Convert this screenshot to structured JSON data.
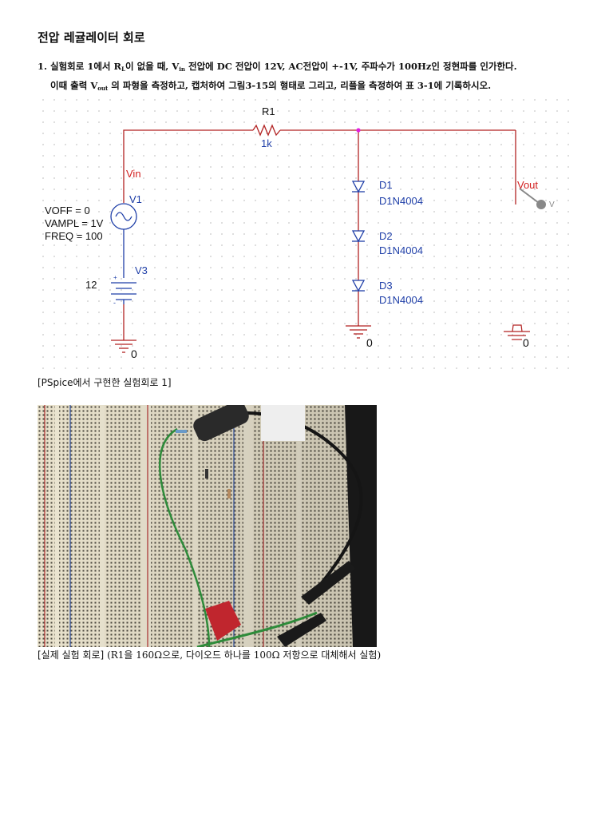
{
  "heading": "전압 레귤레이터 회로",
  "paragraph": {
    "line1_pre_rl": "1. 실험회로 1에서 R",
    "rl_sub": "L",
    "line1_mid": "이 없을 때, V",
    "vin_sub": "in",
    "line1_post": " 전압에 DC 전압이 12V, AC전압이 +-1V, 주파수가 100Hz인 정현파를 인가한다.",
    "line2_pre": "이때 출력 V",
    "vout_sub": "out",
    "line2_post": " 의 파형을 측정하고, 캡처하여 그림3-15의 형태로 그리고, 리플을 측정하여 표 3-1에 기록하시오."
  },
  "schematic": {
    "r1_name": "R1",
    "r1_value": "1k",
    "vin_label": "Vin",
    "v1_name": "V1",
    "voff": "VOFF = 0",
    "vampl": "VAMPL = 1V",
    "freq": "FREQ = 100",
    "v3_name": "V3",
    "v3_value": "12",
    "plus_sign": "+",
    "minus_sign": "-",
    "d1_name": "D1",
    "d1_part": "D1N4004",
    "d2_name": "D2",
    "d2_part": "D1N4004",
    "d3_name": "D3",
    "d3_part": "D1N4004",
    "vout_label": "Vout",
    "probe_label": "V",
    "gnd1": "0",
    "gnd2": "0",
    "gnd3": "0",
    "wire_color": "#b22222",
    "part_color": "#1f3fa8",
    "net_label_color": "#d21f1f",
    "node_color": "#e01fe0"
  },
  "caption1": "[PSpice에서 구현한 실험회로 1]",
  "caption2": {
    "part1": "[실제 실험 회로] ",
    "part2": "(R1을 160Ω으로, 다이오드 하나를 100Ω 저항으로 대체해서 실험)"
  }
}
